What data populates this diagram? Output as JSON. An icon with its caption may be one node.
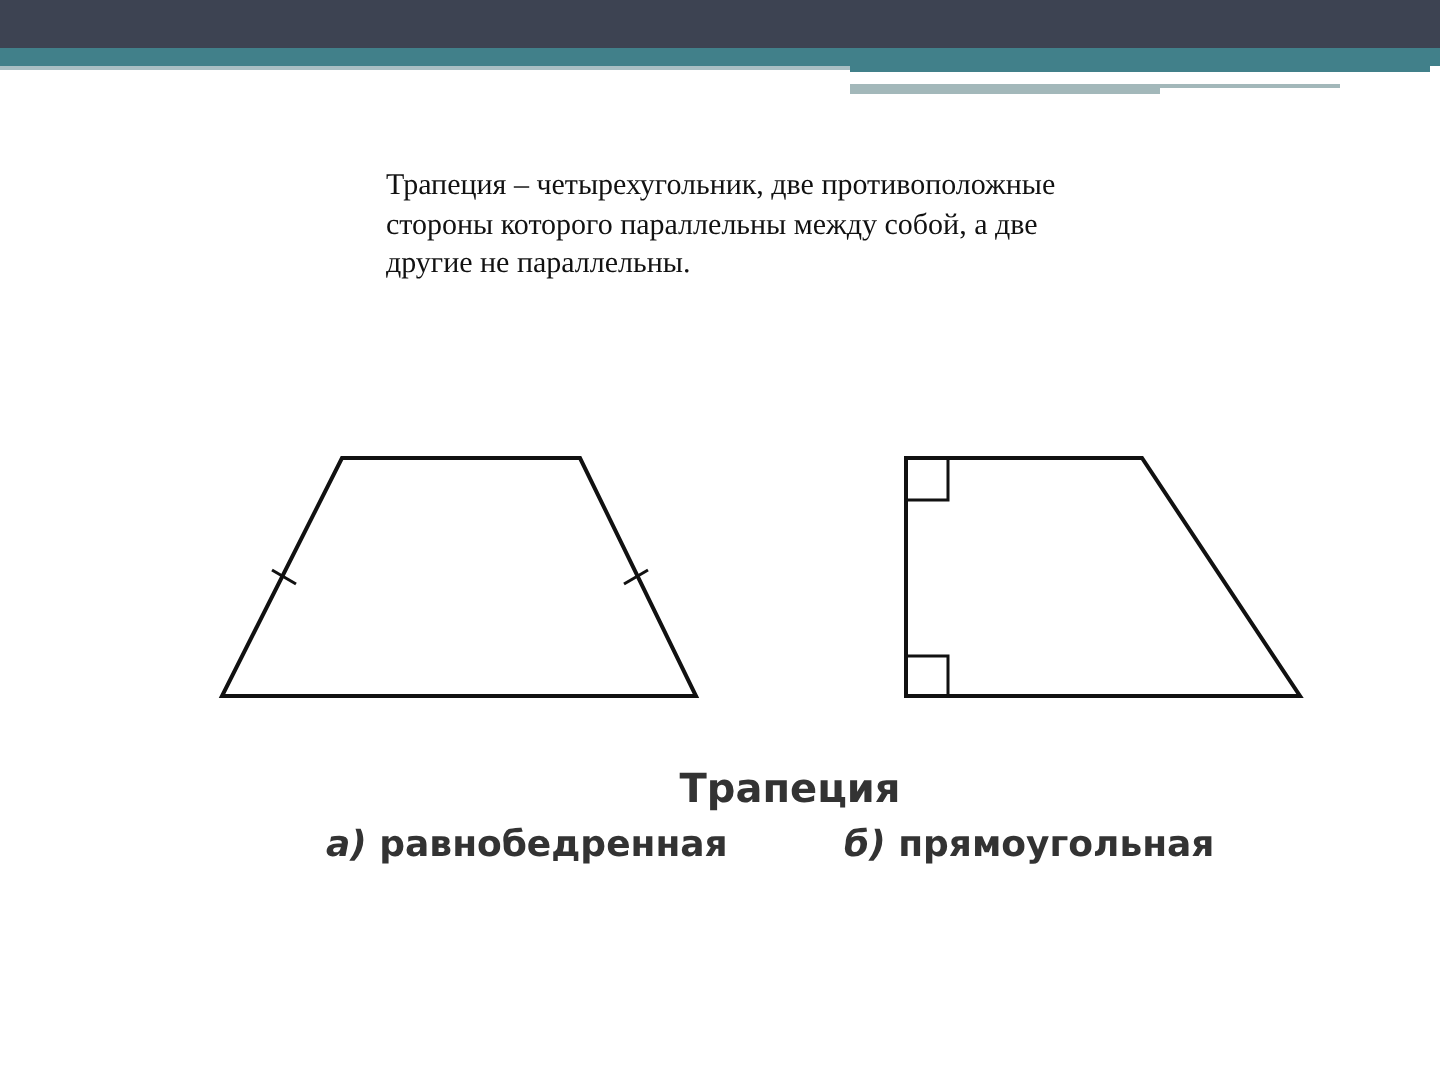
{
  "diagram": {
    "labels": [
      "Трапеция – четырехугольник, две противоположные стороны которого параллельны между собой, а две другие не параллельны.",
      "Трапеция",
      "*а)* равнобедренная",
      "*б)* прямоугольная"
    ]
  }
}
